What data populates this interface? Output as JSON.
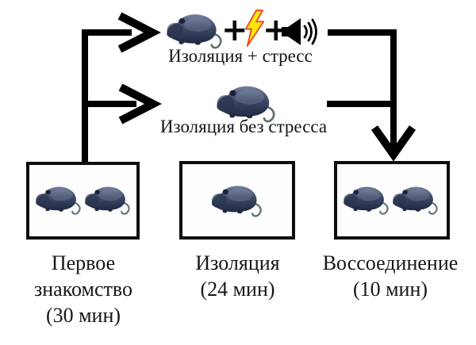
{
  "figure": {
    "type": "experimental-design-diagram",
    "background": "#ffffff",
    "branch_stress": {
      "label": "Изоляция + стресс",
      "plus1": "+",
      "plus2": "+",
      "icons": [
        "vole-icon",
        "lightning-icon",
        "speaker-icon"
      ]
    },
    "branch_no_stress": {
      "label": "Изоляция без стресса",
      "icons": [
        "vole-icon"
      ]
    },
    "stages": [
      {
        "id": "first-meeting",
        "mice_count": 2,
        "lines": [
          "Первое",
          "знакомство",
          "(30 мин)"
        ]
      },
      {
        "id": "isolation",
        "mice_count": 1,
        "lines": [
          "Изоляция",
          "(24 мин)"
        ]
      },
      {
        "id": "reunion",
        "mice_count": 2,
        "lines": [
          "Воссоединение",
          "(10 мин)"
        ]
      }
    ],
    "colors": {
      "arrow": "#000000",
      "box_border": "#0d0d0d",
      "text": "#161616",
      "lightning_fill": "#ffe70d",
      "lightning_stroke": "#e64b23",
      "mouse_top": "#76819f",
      "mouse_mid": "#3d4966",
      "mouse_bottom": "#202942",
      "mouse_head": "#2a3450",
      "tail": "#5d6f70"
    }
  }
}
